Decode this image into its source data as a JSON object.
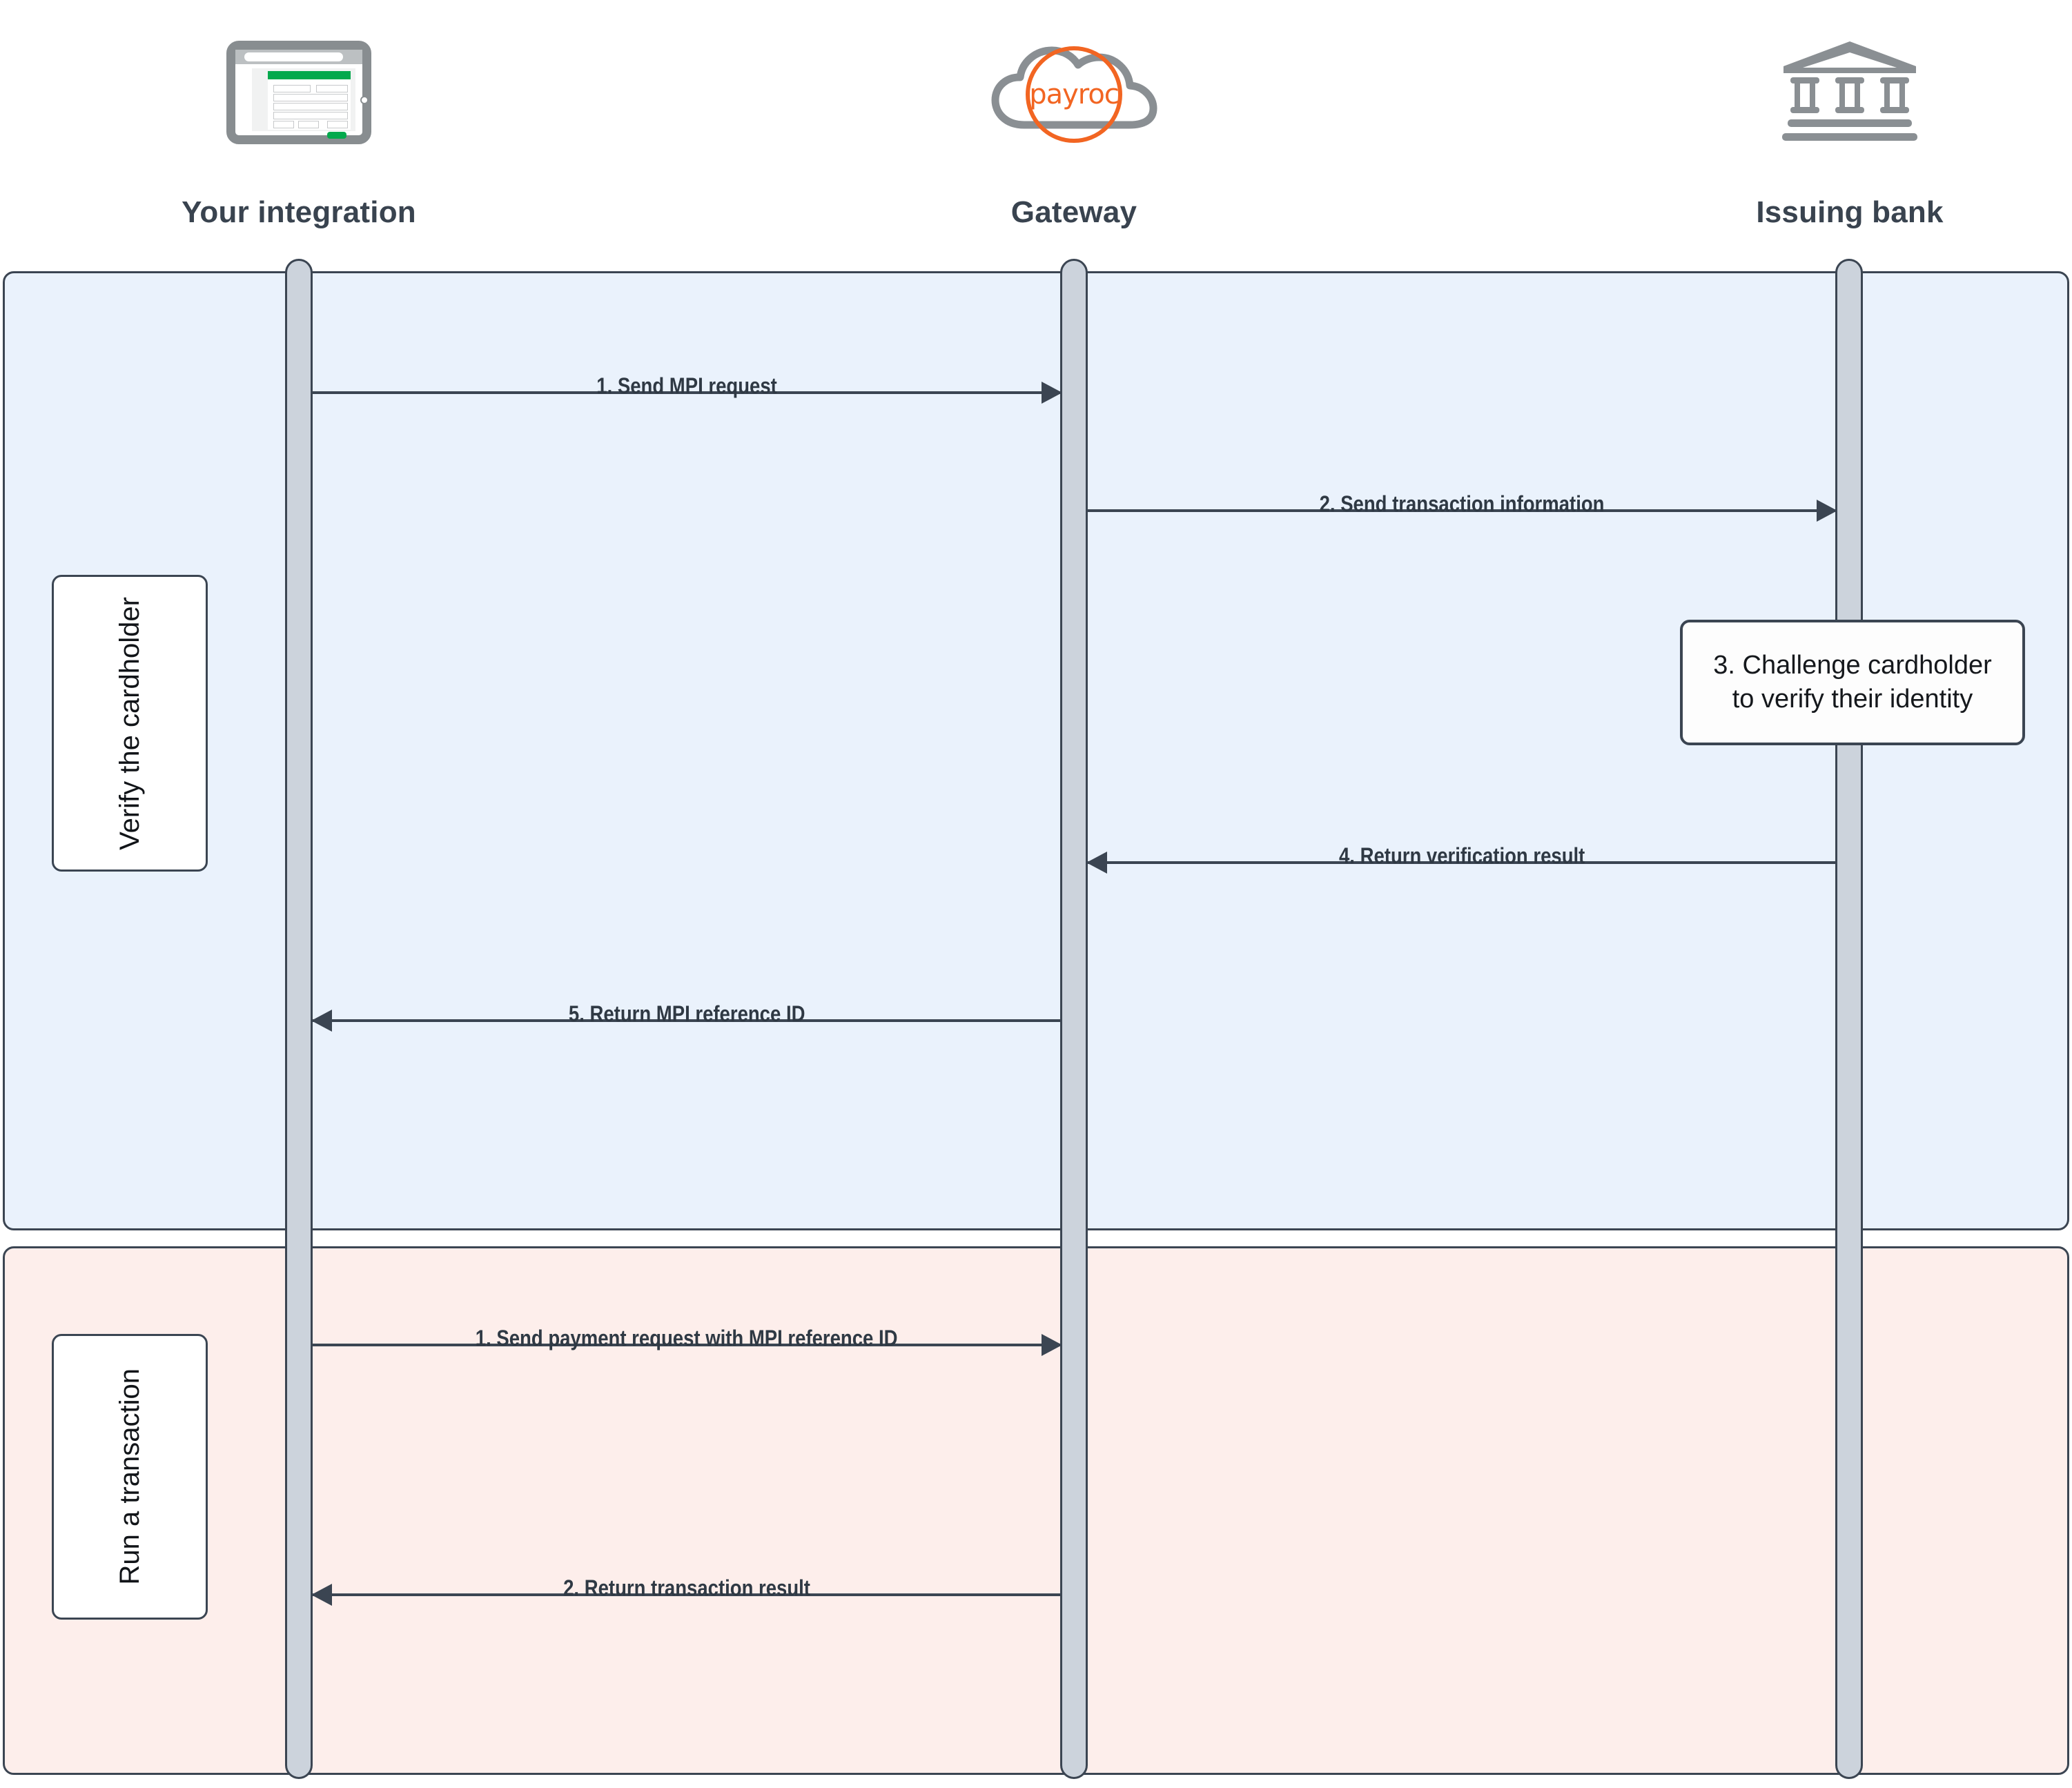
{
  "diagram": {
    "type": "sequence-diagram",
    "title": "3-D Secure verification and transaction flow",
    "colors": {
      "verify_band": "#eaf2fc",
      "run_band": "#fdeeeb",
      "lifeline_fill": "#ccd3dc",
      "stroke": "#3b4552",
      "brand_orange": "#f26522",
      "brand_green": "#04a94d",
      "icon_gray": "#8a8f93"
    }
  },
  "actors": [
    {
      "id": "integration",
      "label": "Your integration",
      "icon": "tablet-browser-icon"
    },
    {
      "id": "gateway",
      "label": "Gateway",
      "icon": "cloud-payroc-icon",
      "logo_text": "payroc"
    },
    {
      "id": "issuer",
      "label": "Issuing bank",
      "icon": "bank-building-icon"
    }
  ],
  "sections": [
    {
      "id": "verify",
      "label": "Verify the cardholder",
      "messages": [
        {
          "number": "1.",
          "text": "1. Send MPI request",
          "from": "integration",
          "to": "gateway",
          "direction": "right"
        },
        {
          "number": "2.",
          "text": "2. Send transaction information",
          "from": "gateway",
          "to": "issuer",
          "direction": "right"
        },
        {
          "number": "4.",
          "text": "4. Return verification result",
          "from": "issuer",
          "to": "gateway",
          "direction": "left"
        },
        {
          "number": "5.",
          "text": "5. Return MPI reference ID",
          "from": "gateway",
          "to": "integration",
          "direction": "left"
        }
      ],
      "notes": [
        {
          "number": "3.",
          "line1": "3. Challenge cardholder",
          "line2": "to verify their identity",
          "on": "issuer"
        }
      ]
    },
    {
      "id": "run",
      "label": "Run a transaction",
      "messages": [
        {
          "number": "1.",
          "text": "1. Send payment request with MPI reference ID",
          "from": "integration",
          "to": "gateway",
          "direction": "right"
        },
        {
          "number": "2.",
          "text": "2. Return transaction result",
          "from": "gateway",
          "to": "integration",
          "direction": "left"
        }
      ],
      "notes": []
    }
  ]
}
